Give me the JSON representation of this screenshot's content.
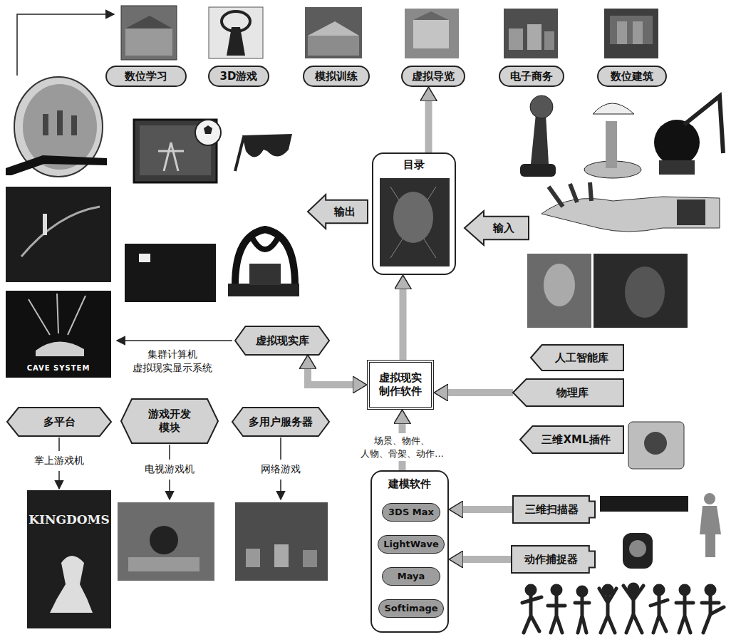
{
  "diagram": {
    "nodes": [
      {
        "text": [
          "数位学习"
        ]
      },
      {
        "text": [
          "3D游戏"
        ]
      },
      {
        "text": [
          "模拟训练"
        ]
      },
      {
        "text": [
          "虚拟导览"
        ]
      },
      {
        "text": [
          "电子商务"
        ]
      },
      {
        "text": [
          "数位建筑"
        ]
      },
      {
        "text": [
          "目录"
        ]
      },
      {
        "text": [
          "输出"
        ]
      },
      {
        "text": [
          "输入"
        ]
      },
      {
        "text": [
          "虚拟现实库"
        ]
      },
      {
        "text": [
          "虚拟现实 制作软件"
        ]
      },
      {
        "text": [
          "人工智能库"
        ]
      },
      {
        "text": [
          "物理库"
        ]
      },
      {
        "text": [
          "三维XML插件"
        ]
      },
      {
        "text": [
          "多平台"
        ]
      },
      {
        "text": [
          "游戏开发 模块"
        ]
      },
      {
        "text": [
          "多用户服务器"
        ]
      },
      {
        "text": [
          "建模软件"
        ]
      },
      {
        "text": [
          "3DS Max"
        ],
        "in": 17
      },
      {
        "text": [
          "LightWave"
        ],
        "in": 17
      },
      {
        "text": [
          "Maya"
        ],
        "in": 17
      },
      {
        "text": [
          "Softimage"
        ],
        "in": 17
      },
      {
        "text": [
          "三维扫描器"
        ]
      },
      {
        "text": [
          "动作捕捉器"
        ]
      }
    ],
    "edges": [
      {
        "from": 6,
        "to": 3,
        "arrow": "to"
      },
      {
        "from": 10,
        "to": 6,
        "arrow": "to"
      },
      {
        "from": 9,
        "to": 10,
        "arrow": "both"
      },
      {
        "from": 12,
        "to": 10,
        "arrow": "to"
      },
      {
        "from": 17,
        "to": 10,
        "label": "场景、物件、 人物、骨架、动作…",
        "arrow": "to"
      },
      {
        "from": 22,
        "to": 17,
        "arrow": "to"
      },
      {
        "from": 23,
        "to": 17,
        "arrow": "to"
      }
    ],
    "labels": [
      "集群计算机 虚拟现实显示系统",
      "CAVE SYSTEM",
      "掌上游戏机",
      "电视游戏机",
      "网络游戏",
      "KINGDOMS"
    ]
  }
}
